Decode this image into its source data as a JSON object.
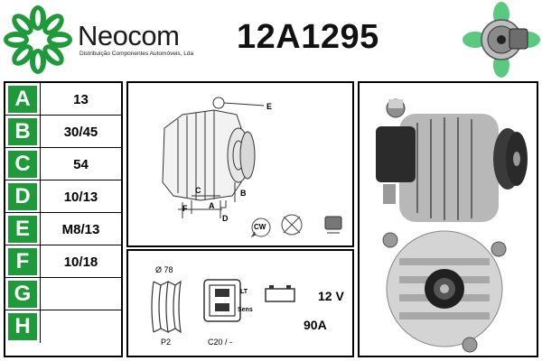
{
  "brand": {
    "name": "Neocom",
    "subtitle": "Distribuição Componentes Automóveis, Lda",
    "accent_color": "#1e9a3a"
  },
  "part_number": "12A1295",
  "specs": [
    {
      "letter": "A",
      "value": "13"
    },
    {
      "letter": "B",
      "value": "30/45"
    },
    {
      "letter": "C",
      "value": "54"
    },
    {
      "letter": "D",
      "value": "10/13"
    },
    {
      "letter": "E",
      "value": "M8/13"
    },
    {
      "letter": "F",
      "value": "10/18"
    },
    {
      "letter": "G",
      "value": ""
    },
    {
      "letter": "H",
      "value": ""
    }
  ],
  "diagram": {
    "labels": {
      "a": "A",
      "b": "B",
      "c": "C",
      "d": "D",
      "e": "E",
      "f": "F"
    },
    "rotation_text": "CW",
    "icons": [
      "rotation-cw-icon",
      "no-fan-icon",
      "fan-icon"
    ]
  },
  "electrical": {
    "pulley_diameter": "Ø 78",
    "pulley_code": "P2",
    "connector_terminals": [
      "LT",
      "Sens"
    ],
    "connector_code": "C20 / -",
    "voltage": "12 V",
    "amperage": "90A"
  }
}
